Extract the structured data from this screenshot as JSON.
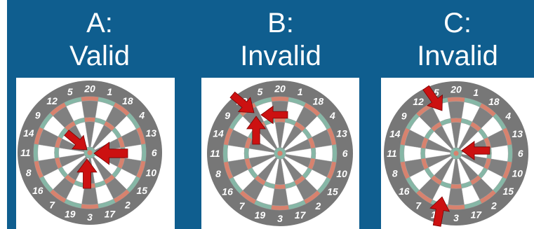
{
  "colors": {
    "banner": "#0f5e8f",
    "board_outer": "#777777",
    "segment_dark": "#808080",
    "segment_light": "#ffffff",
    "ring_red": "#d8826e",
    "ring_green": "#86b7a6",
    "arrow": "#cc1111"
  },
  "board_numbers": [
    "20",
    "1",
    "18",
    "4",
    "13",
    "6",
    "10",
    "15",
    "2",
    "17",
    "3",
    "19",
    "7",
    "16",
    "8",
    "11",
    "14",
    "9",
    "12",
    "5"
  ],
  "panels": [
    {
      "letter": "A:",
      "status": "Valid",
      "arrow_count": 3
    },
    {
      "letter": "B:",
      "status": "Invalid",
      "arrow_count": 3
    },
    {
      "letter": "C:",
      "status": "Invalid",
      "arrow_count": 3
    }
  ]
}
